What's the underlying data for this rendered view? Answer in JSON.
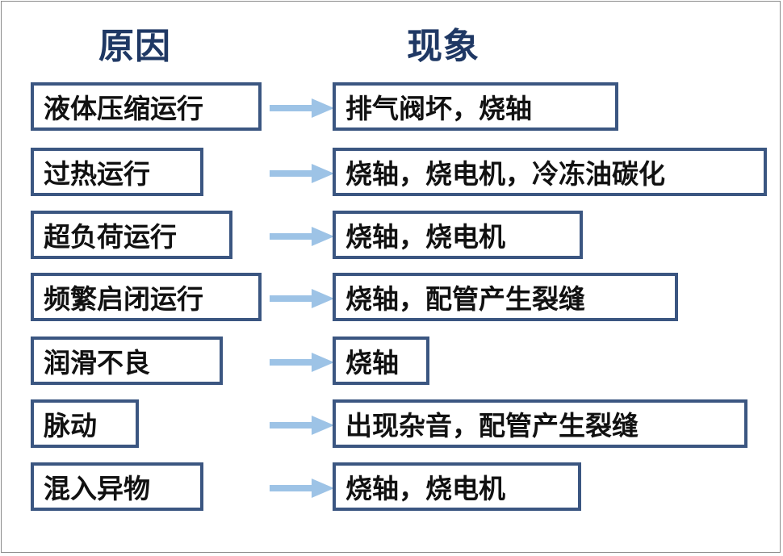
{
  "headings": {
    "cause": "原因",
    "phenomenon": "现象"
  },
  "colors": {
    "heading": "#1f3864",
    "box_border": "#3b5681",
    "arrow": "#9dc3e6",
    "text": "#111111"
  },
  "rows": [
    {
      "cause": "液体压缩运行",
      "effect": "排气阀坏，烧轴"
    },
    {
      "cause": "过热运行",
      "effect": "烧轴，烧电机，冷冻油碳化"
    },
    {
      "cause": "超负荷运行",
      "effect": "烧轴，烧电机"
    },
    {
      "cause": "频繁启闭运行",
      "effect": "烧轴，配管产生裂缝"
    },
    {
      "cause": "润滑不良",
      "effect": "烧轴"
    },
    {
      "cause": "脉动",
      "effect": "出现杂音，配管产生裂缝"
    },
    {
      "cause": "混入异物",
      "effect": "烧轴，烧电机"
    }
  ]
}
